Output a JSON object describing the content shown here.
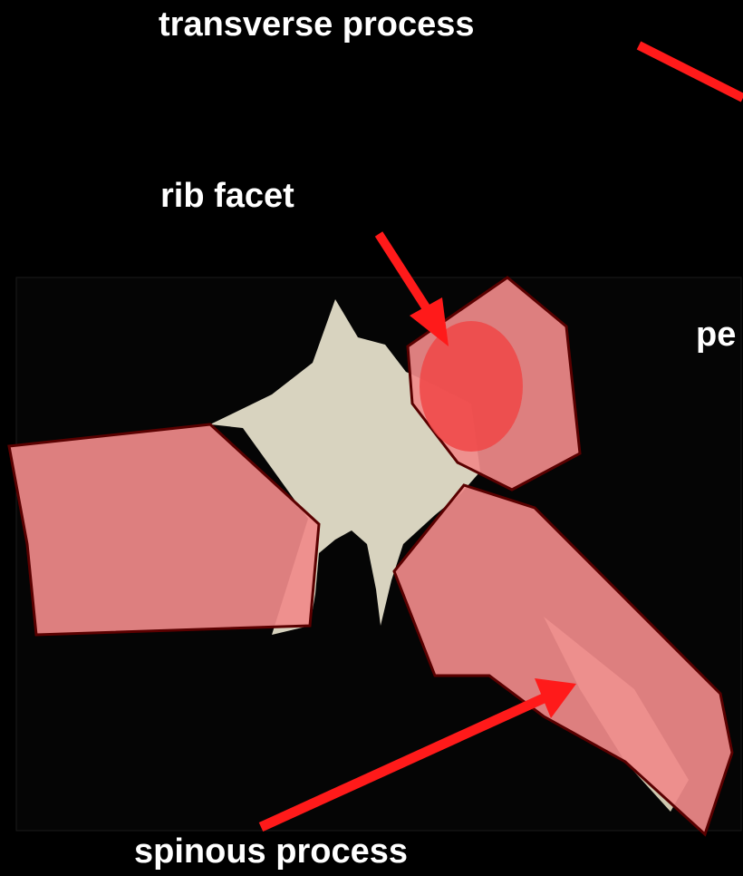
{
  "labels": {
    "transverse_process": "transverse process",
    "rib_facet": "rib facet",
    "pedicle_partial": "pe",
    "spinous_process": "spinous process"
  },
  "colors": {
    "background": "#000000",
    "label_text": "#ffffff",
    "arrow": "#ff1a1a",
    "highlight": "#f08a8a",
    "rib_facet_highlight": "#f04646",
    "bone": "#d8d3bf"
  }
}
